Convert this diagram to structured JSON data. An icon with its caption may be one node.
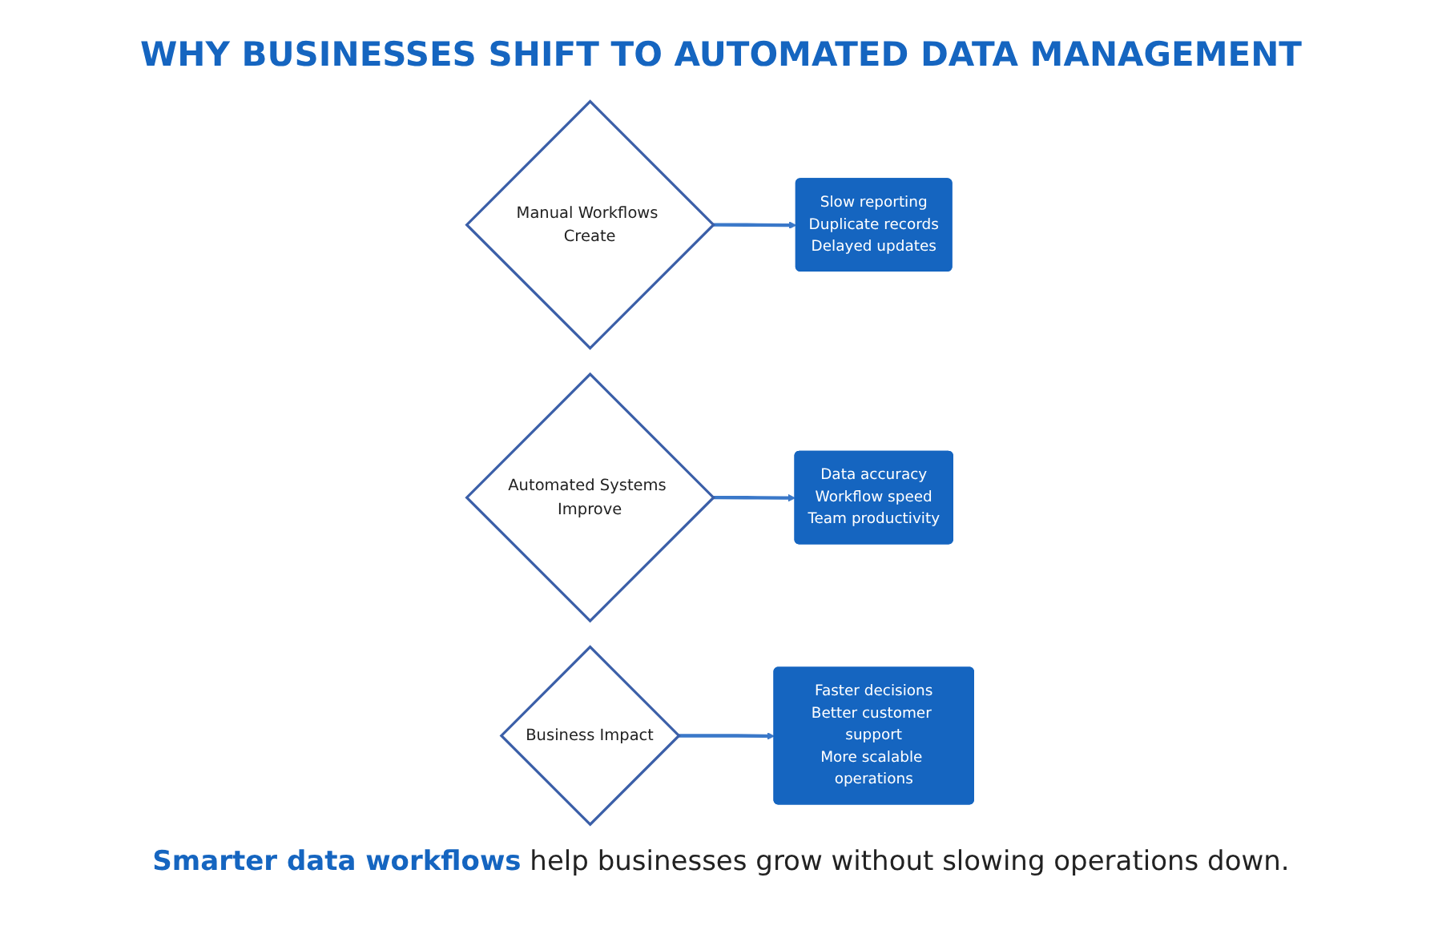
{
  "diagram": {
    "title": "WHY BUSINESSES SHIFT TO AUTOMATED DATA MANAGEMENT",
    "caption": "**Smarter data workflows** help businesses grow without slowing operations down.",
    "nodes": [
      {
        "text": [
          "Manual Workflows Create"
        ]
      },
      {
        "text": [
          "Slow reporting",
          "Duplicate records",
          "Delayed updates"
        ]
      },
      {
        "text": [
          "Automated Systems Improve"
        ]
      },
      {
        "text": [
          "Data accuracy",
          "Workflow speed",
          "Team productivity"
        ]
      },
      {
        "text": [
          "Business Impact"
        ]
      },
      {
        "text": [
          "Faster decisions",
          "Better customer support",
          "More scalable operations"
        ]
      }
    ],
    "edges": [
      {
        "from": 0,
        "to": 1,
        "arrow": "to"
      },
      {
        "from": 2,
        "to": 3,
        "arrow": "to"
      },
      {
        "from": 4,
        "to": 5,
        "arrow": "to"
      }
    ]
  }
}
